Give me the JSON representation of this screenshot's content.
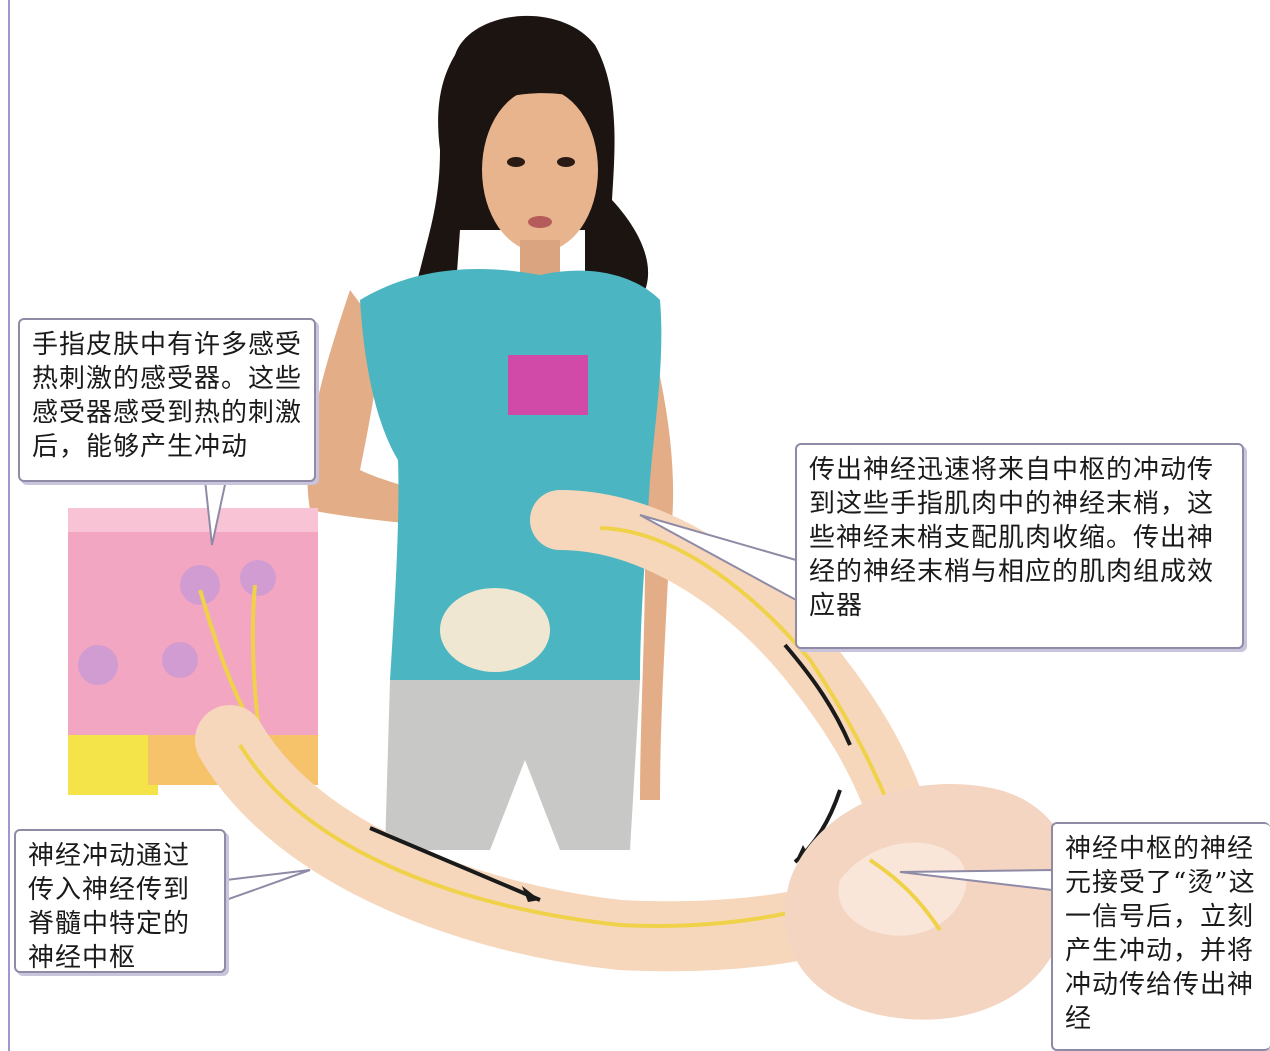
{
  "callouts": {
    "receptor": "手指皮肤中有许多感受热刺激的感受器。这些感受器感受到热的刺激后，能够产生冲动",
    "efferent": "传出神经迅速将来自中枢的冲动传到这些手指肌肉中的神经末梢，这些神经末梢支配肌肉收缩。传出神经的神经末梢与相应的肌肉组成效应器",
    "afferent": "神经冲动通过传入神经传到脊髓中特定的神经中枢",
    "center": "神经中枢的神经元接受了“烫”这一信号后，立刻产生冲动，并将冲动传给传出神经"
  },
  "colors": {
    "skin_pink": "#f2a6c2",
    "nerve_yellow": "#f0d24a",
    "nerve_sheath": "#f6d7bc",
    "shirt_teal": "#4bb5c1",
    "hair": "#1b1410",
    "callout_border": "#8f8aa6"
  }
}
